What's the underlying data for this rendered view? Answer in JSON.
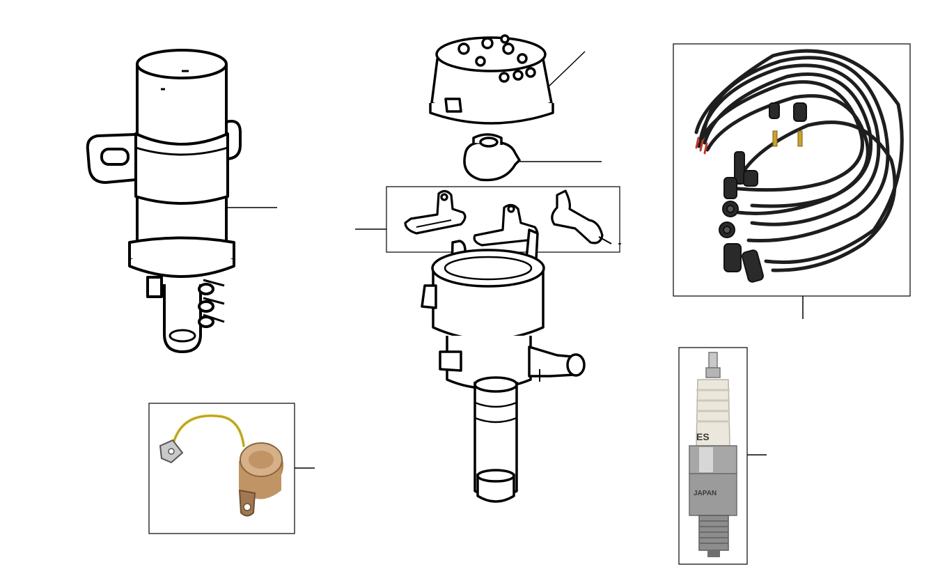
{
  "diagram": {
    "parts": [
      {
        "id": "ignition-coil",
        "icon": "ignition-coil-icon"
      },
      {
        "id": "distributor-cap",
        "icon": "distributor-cap-icon"
      },
      {
        "id": "rotor-arm",
        "icon": "rotor-arm-icon"
      },
      {
        "id": "contact-points-set",
        "icon": "contact-points-icon"
      },
      {
        "id": "distributor-body",
        "icon": "distributor-icon"
      },
      {
        "id": "condenser",
        "icon": "condenser-icon"
      },
      {
        "id": "ignition-lead-set",
        "icon": "ignition-leads-icon"
      },
      {
        "id": "spark-plug",
        "icon": "spark-plug-icon"
      }
    ],
    "photo_text": {
      "spark_plug_brand_fragment": "ES",
      "spark_plug_origin": "JAPAN"
    },
    "colors": {
      "line_art": "#000000",
      "lead_wire": "#1e1e1e",
      "condenser_wire": "#d8c23a",
      "condenser_body": "#b08050",
      "plug_insulator": "#ece7dc",
      "plug_metal": "#a7a7a7"
    }
  }
}
